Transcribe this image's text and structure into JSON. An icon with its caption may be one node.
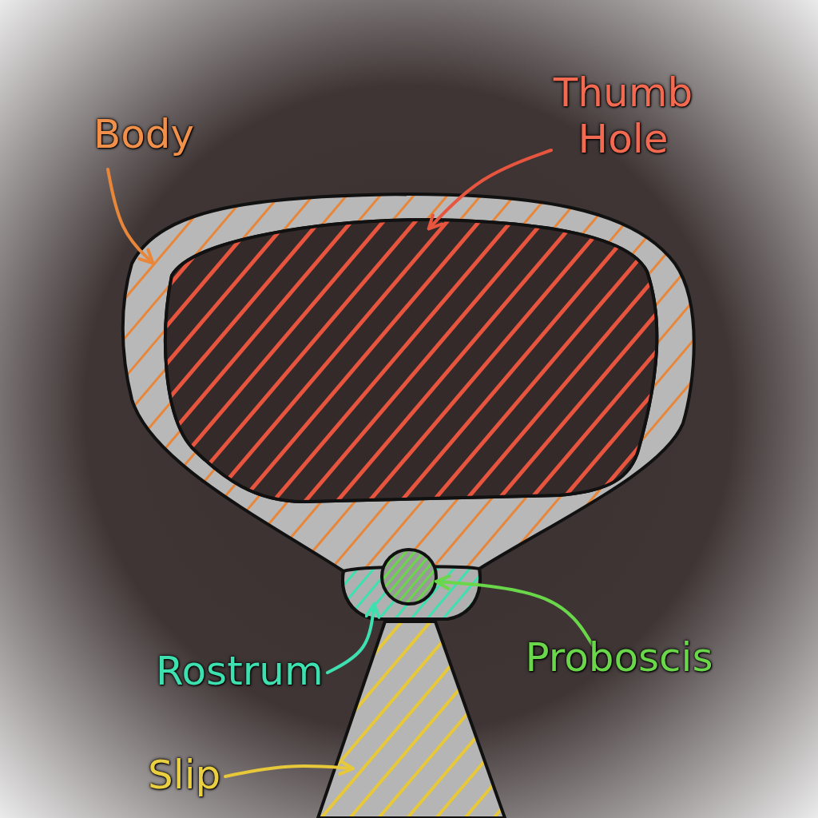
{
  "diagram": {
    "nodes": [
      {
        "text": [
          "Body"
        ]
      },
      {
        "text": [
          "Thumb Hole"
        ]
      },
      {
        "text": [],
        "shape": "picture"
      },
      {
        "text": [],
        "shape": "picture",
        "in": 2
      },
      {
        "text": [],
        "shape": "circle",
        "in": 2
      },
      {
        "text": [],
        "shape": "picture",
        "in": 2
      },
      {
        "text": [
          "Rostrum"
        ]
      },
      {
        "text": [
          "Proboscis"
        ]
      },
      {
        "text": [],
        "shape": "picture"
      },
      {
        "text": [
          "Slip"
        ]
      }
    ],
    "edges": [
      {
        "from": 0,
        "to": 2,
        "arrow": "to",
        "color": "#e8863a"
      },
      {
        "from": 1,
        "to": 3,
        "arrow": "to",
        "color": "#e8553f"
      },
      {
        "from": 6,
        "to": 5,
        "arrow": "to",
        "color": "#3fe0b0"
      },
      {
        "from": 7,
        "to": 4,
        "arrow": "to",
        "color": "#6ad64a"
      },
      {
        "from": 9,
        "to": 8,
        "arrow": "to",
        "color": "#e6c83a"
      }
    ]
  }
}
